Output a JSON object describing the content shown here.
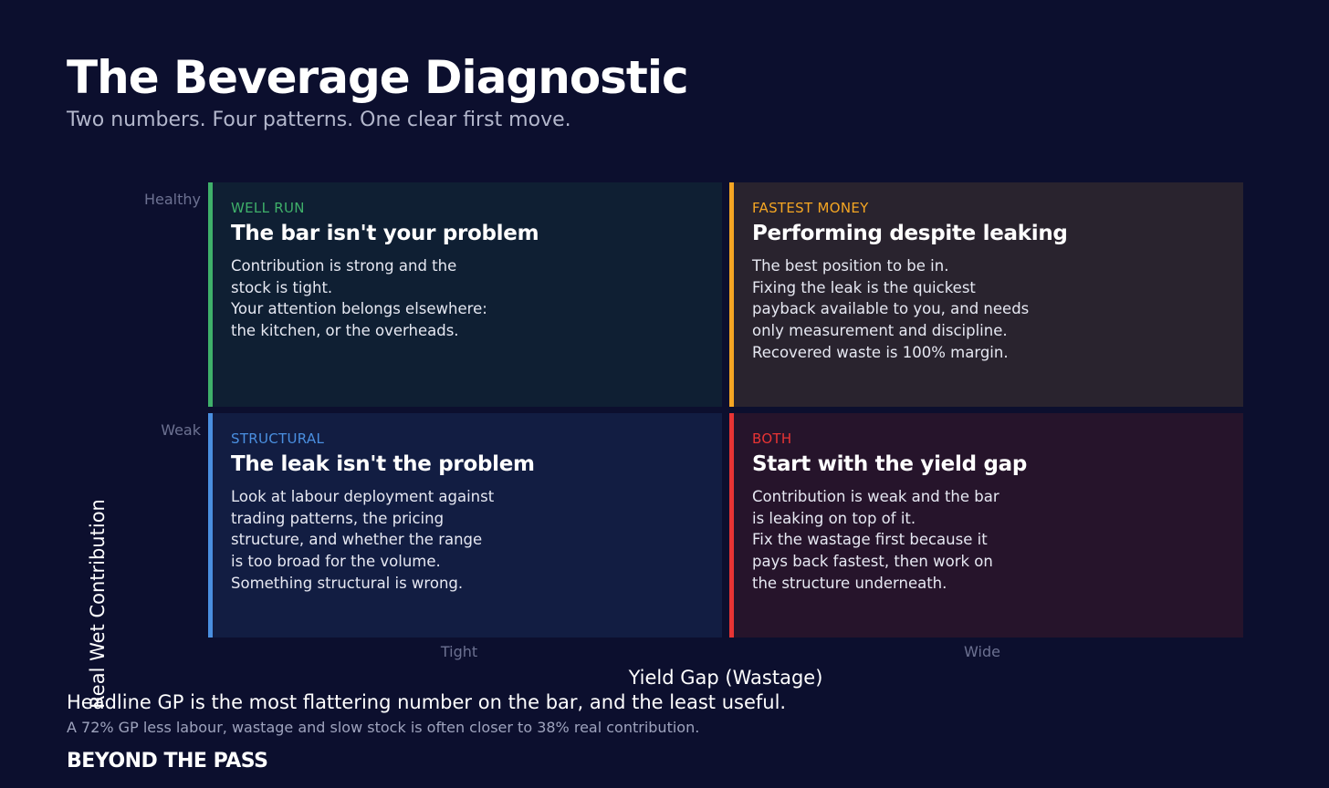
{
  "header": {
    "title": "The Beverage Diagnostic",
    "subtitle": "Two numbers. Four patterns. One clear first move."
  },
  "axes": {
    "y_title": "Real Wet Contribution",
    "y_levels": [
      "Healthy",
      "Weak"
    ],
    "x_title": "Yield Gap (Wastage)",
    "x_levels": [
      "Tight",
      "Wide"
    ]
  },
  "quadrants": {
    "top_left": {
      "tag": "WELL RUN",
      "tag_color": "#3fb06a",
      "heading": "The bar isn't your problem",
      "lines": [
        "Contribution is strong and the",
        "stock is tight.",
        "Your attention belongs elsewhere:",
        "the kitchen, or the overheads."
      ]
    },
    "top_right": {
      "tag": "FASTEST MONEY",
      "tag_color": "#f5a623",
      "heading": "Performing despite leaking",
      "lines": [
        "The best position to be in.",
        "Fixing the leak is the quickest",
        "payback available to you, and needs",
        "only measurement and discipline.",
        "Recovered waste is 100% margin."
      ]
    },
    "bottom_left": {
      "tag": "STRUCTURAL",
      "tag_color": "#4a8fe0",
      "heading": "The leak isn't the problem",
      "lines": [
        "Look at labour deployment against",
        "trading patterns, the pricing",
        "structure, and whether the range",
        "is too broad for the volume.",
        "Something structural is wrong."
      ]
    },
    "bottom_right": {
      "tag": "BOTH",
      "tag_color": "#e83434",
      "heading": "Start with the yield gap",
      "lines": [
        "Contribution is weak and the bar",
        "is leaking on top of it.",
        "Fix the wastage first because it",
        "pays back fastest, then work on",
        "the structure underneath."
      ]
    }
  },
  "footer": {
    "main": "Headline GP is the most flattering number on the bar, and the least useful.",
    "sub": "A 72% GP less labour, wastage and slow stock is often closer to 38% real contribution.",
    "brand": "BEYOND THE PASS"
  }
}
